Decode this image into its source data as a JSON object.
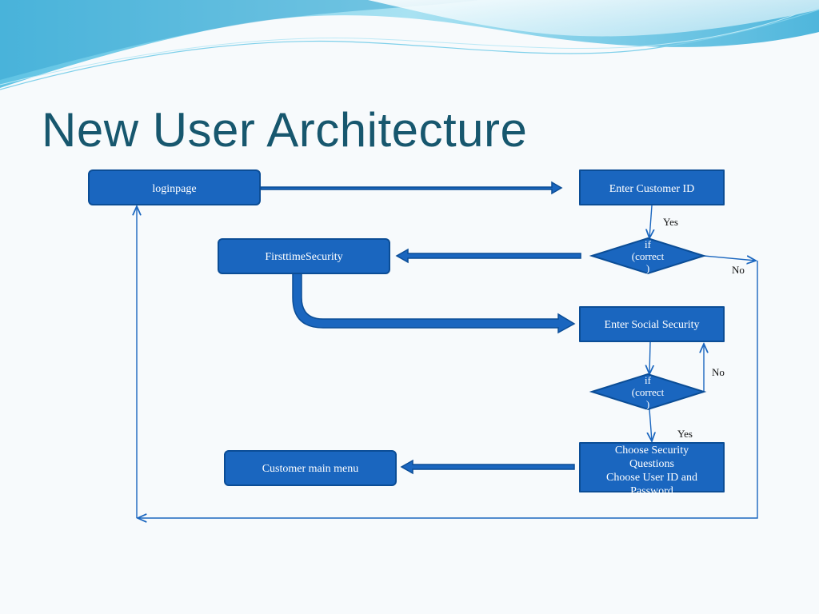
{
  "slide": {
    "title": "New User Architecture"
  },
  "diagram": {
    "nodes": {
      "loginpage": "loginpage",
      "enter_customer_id": "Enter Customer ID",
      "first_time_security": "FirsttimeSecurity",
      "enter_social_security": "Enter Social Security",
      "customer_main_menu": "Customer main menu",
      "choose_security": [
        "Choose Security",
        "Questions",
        "Choose User ID and",
        "Password"
      ],
      "decision_1": [
        "if",
        "(correct",
        ")"
      ],
      "decision_2": [
        "if",
        "(correct",
        ")"
      ]
    },
    "edge_labels": {
      "yes_1": "Yes",
      "no_1": "No",
      "no_2": "No",
      "yes_2": "Yes"
    },
    "colors": {
      "node_fill": "#1a66bf",
      "node_border": "#0b4d96",
      "connector": "#1a66bf",
      "title": "#17576e"
    }
  }
}
